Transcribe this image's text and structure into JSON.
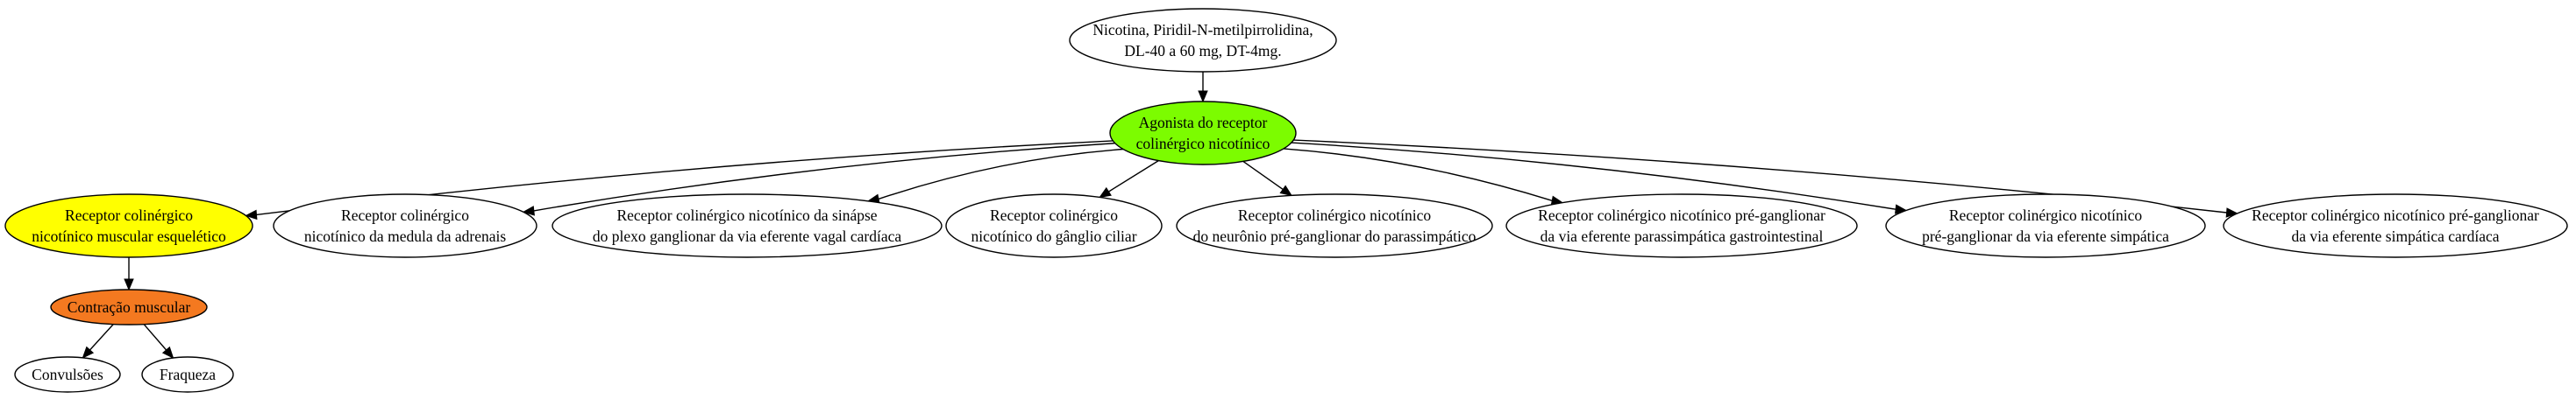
{
  "diagram": {
    "nodes": {
      "drugs": {
        "lines": [
          "Nicotina, Piridil-N-metilpirrolidina,",
          "DL-40 a 60 mg, DT-4mg."
        ],
        "fill": "#ffffff"
      },
      "agonist": {
        "lines": [
          "Agonista do receptor",
          "colinérgico nicotínico"
        ],
        "fill": "#7cfc00"
      },
      "r_muscle": {
        "lines": [
          "Receptor colinérgico",
          "nicotínico muscular esquelético"
        ],
        "fill": "#ffff00"
      },
      "r_adrenal": {
        "lines": [
          "Receptor colinérgico",
          "nicotínico da medula da adrenais"
        ],
        "fill": "#ffffff"
      },
      "r_vagal": {
        "lines": [
          "Receptor colinérgico nicotínico da sinápse",
          "do plexo ganglionar da via eferente vagal cardíaca"
        ],
        "fill": "#ffffff"
      },
      "r_ciliar": {
        "lines": [
          "Receptor colinérgico",
          "nicotínico do gânglio ciliar"
        ],
        "fill": "#ffffff"
      },
      "r_parasymp": {
        "lines": [
          "Receptor colinérgico nicotínico",
          "do neurônio pré-ganglionar do parassimpático"
        ],
        "fill": "#ffffff"
      },
      "r_gastro": {
        "lines": [
          "Receptor colinérgico nicotínico pré-ganglionar",
          "da via eferente parassimpática gastrointestinal"
        ],
        "fill": "#ffffff"
      },
      "r_symp": {
        "lines": [
          "Receptor colinérgico nicotínico",
          "pré-ganglionar da via eferente simpática"
        ],
        "fill": "#ffffff"
      },
      "r_cardiac": {
        "lines": [
          "Receptor colinérgico nicotínico pré-ganglionar",
          "da via eferente simpática cardíaca"
        ],
        "fill": "#ffffff"
      },
      "contraction": {
        "lines": [
          "Contração muscular"
        ],
        "fill": "#f47920"
      },
      "convulsions": {
        "lines": [
          "Convulsões"
        ],
        "fill": "#ffffff"
      },
      "weakness": {
        "lines": [
          "Fraqueza"
        ],
        "fill": "#ffffff"
      }
    },
    "edges": [
      {
        "from": "drugs",
        "to": "agonist"
      },
      {
        "from": "agonist",
        "to": "r_muscle"
      },
      {
        "from": "agonist",
        "to": "r_adrenal"
      },
      {
        "from": "agonist",
        "to": "r_vagal"
      },
      {
        "from": "agonist",
        "to": "r_ciliar"
      },
      {
        "from": "agonist",
        "to": "r_parasymp"
      },
      {
        "from": "agonist",
        "to": "r_gastro"
      },
      {
        "from": "agonist",
        "to": "r_symp"
      },
      {
        "from": "agonist",
        "to": "r_cardiac"
      },
      {
        "from": "r_muscle",
        "to": "contraction"
      },
      {
        "from": "contraction",
        "to": "convulsions"
      },
      {
        "from": "contraction",
        "to": "weakness"
      }
    ]
  }
}
